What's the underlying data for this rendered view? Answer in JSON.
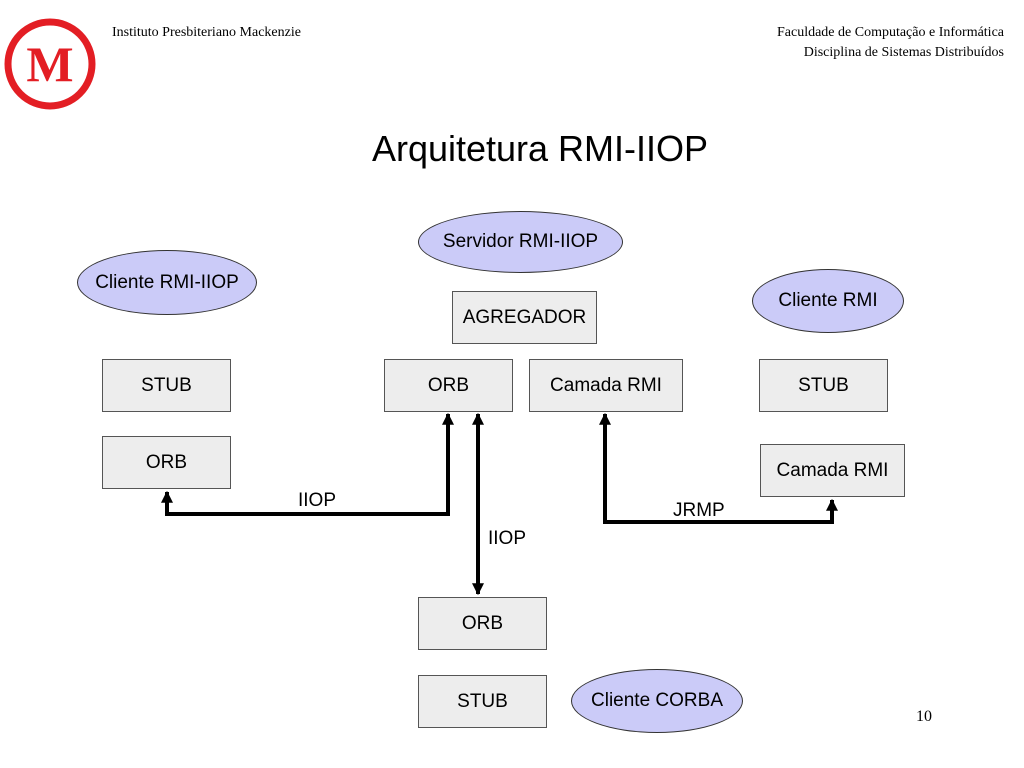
{
  "header": {
    "institution": "Instituto Presbiteriano Mackenzie",
    "faculty": "Faculdade de Computação e Informática",
    "discipline": "Disciplina de Sistemas Distribuídos"
  },
  "logo": {
    "letter": "M",
    "color": "#e31e24"
  },
  "slide": {
    "title": "Arquitetura RMI-IIOP",
    "page_number": "10"
  },
  "nodes": {
    "servidor": "Servidor RMI-IIOP",
    "agregador": "AGREGADOR",
    "server_orb": "ORB",
    "server_camada": "Camada RMI",
    "cliente_iiop": "Cliente RMI-IIOP",
    "left_stub": "STUB",
    "left_orb": "ORB",
    "cliente_rmi": "Cliente RMI",
    "right_stub": "STUB",
    "right_camada": "Camada RMI",
    "bottom_orb": "ORB",
    "bottom_stub": "STUB",
    "cliente_corba": "Cliente CORBA"
  },
  "links": {
    "iiop_left": "IIOP",
    "iiop_down": "IIOP",
    "jrmp": "JRMP"
  },
  "colors": {
    "ellipse_fill": "#cbcbf8",
    "box_fill": "#ededed"
  }
}
